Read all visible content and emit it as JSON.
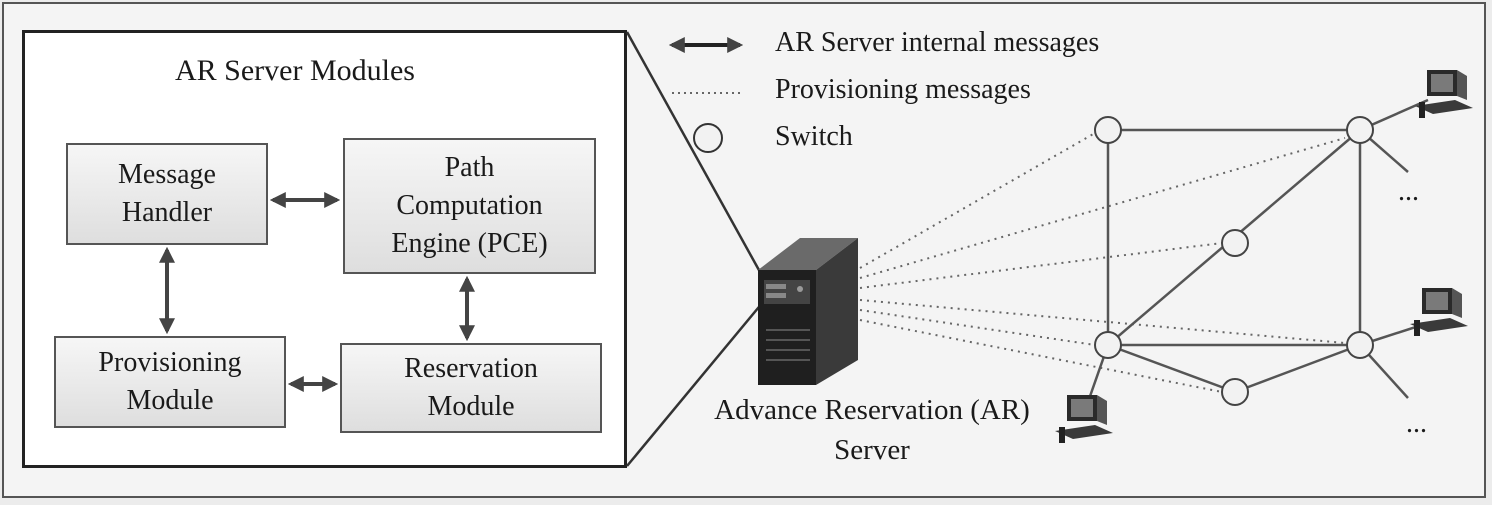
{
  "panel": {
    "title": "AR Server Modules"
  },
  "modules": {
    "message_handler": "Message\nHandler",
    "pce": "Path\nComputation\nEngine (PCE)",
    "provisioning": "Provisioning\nModule",
    "reservation": "Reservation\nModule"
  },
  "legend": {
    "internal": "AR Server internal messages",
    "provisioning": "Provisioning messages",
    "switch": "Switch"
  },
  "server_label": "Advance Reservation (AR)\nServer",
  "ellipsis_top": "...",
  "ellipsis_bottom": "...",
  "icons": {
    "server": "server-tower-icon",
    "computer": "computer-icon"
  },
  "colors": {
    "line": "#444444",
    "node_fill": "#f2f2f2",
    "dotted": "#666666"
  }
}
